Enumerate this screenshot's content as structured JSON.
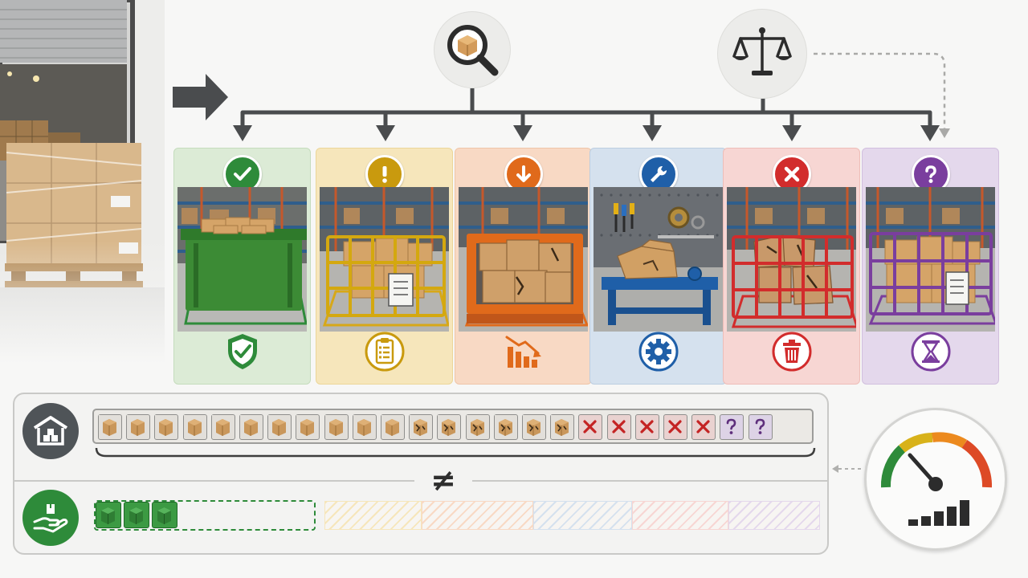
{
  "diagram": {
    "source": "warehouse-inventory",
    "inspection_node": {
      "icon": "magnifier-box-icon"
    },
    "decision_node": {
      "icon": "scales-icon"
    },
    "categories": [
      {
        "key": "accepted",
        "status_icon": "checkmark-icon",
        "bottom_icon": "shield-check-icon",
        "color": "#2e8b3a",
        "bg": "#dcebd6"
      },
      {
        "key": "pending-review",
        "status_icon": "exclamation-icon",
        "bottom_icon": "clipboard-checklist-icon",
        "color": "#c99a0e",
        "bg": "#f6e6bb"
      },
      {
        "key": "downgraded",
        "status_icon": "down-arrow-icon",
        "bottom_icon": "declining-bars-icon",
        "color": "#e06a1b",
        "bg": "#f8d9c4"
      },
      {
        "key": "repair",
        "status_icon": "wrench-icon",
        "bottom_icon": "gear-icon",
        "color": "#1f5fa8",
        "bg": "#d5e1ee"
      },
      {
        "key": "rejected",
        "status_icon": "x-icon",
        "bottom_icon": "trash-icon",
        "color": "#d22c2c",
        "bg": "#f7d6d3"
      },
      {
        "key": "unknown",
        "status_icon": "question-icon",
        "bottom_icon": "hourglass-icon",
        "color": "#7a3e9e",
        "bg": "#e4d8ec"
      }
    ],
    "inventory_row": {
      "icon": "warehouse-icon",
      "cells": [
        "ok",
        "ok",
        "ok",
        "ok",
        "ok",
        "ok",
        "ok",
        "ok",
        "ok",
        "ok",
        "ok",
        "damaged",
        "damaged",
        "damaged",
        "damaged",
        "damaged",
        "damaged",
        "rejected",
        "rejected",
        "rejected",
        "rejected",
        "rejected",
        "unknown",
        "unknown"
      ]
    },
    "comparison_symbol": "≠",
    "allocated_row": {
      "icon": "hand-box-icon",
      "filled_cells": 3,
      "segments": [
        "accepted-pending",
        "pending-review",
        "downgraded",
        "repair",
        "rejected",
        "unknown"
      ]
    },
    "gauge": {
      "icon": "gauge-icon",
      "signal_icon": "signal-bars-icon"
    }
  }
}
